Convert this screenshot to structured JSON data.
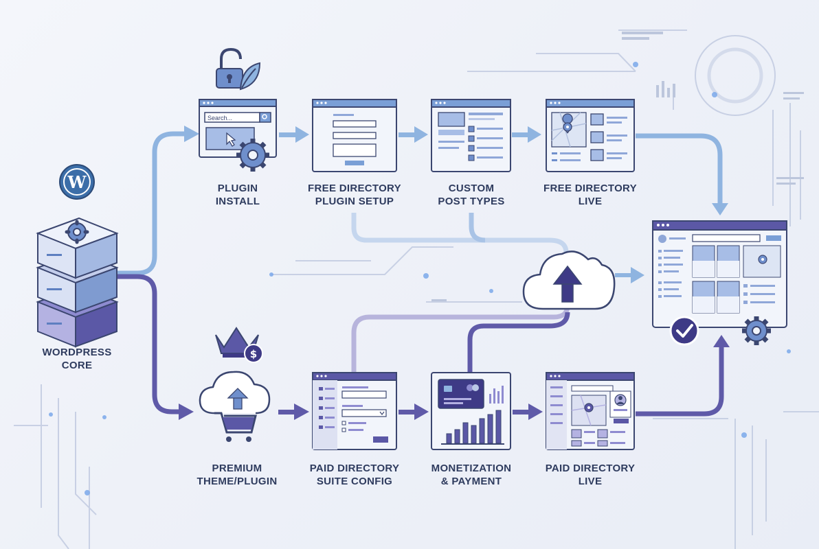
{
  "colors": {
    "free_path": "#8fb4e0",
    "paid_path": "#5f5aa8",
    "window_bar": "#7a9fd6",
    "window_bar_dark": "#5b58a6",
    "icon_fill": "#6f8fcc",
    "outline": "#3b4670",
    "accent_dark": "#3e3a86"
  },
  "nodes": {
    "wordpress_core": {
      "label_line1": "WORDPRESS",
      "label_line2": "CORE",
      "icon": "wordpress-server-stack-icon"
    },
    "plugin_install": {
      "label_line1": "PLUGIN",
      "label_line2": "INSTALL",
      "search_placeholder": "Search...",
      "icon": "plugin-search-gear-icon"
    },
    "free_directory_setup": {
      "label_line1": "FREE DIRECTORY",
      "label_line2": "PLUGIN SETUP",
      "icon": "form-window-icon"
    },
    "custom_post_types": {
      "label_line1": "CUSTOM",
      "label_line2": "POST TYPES",
      "icon": "list-window-icon"
    },
    "free_directory_live": {
      "label_line1": "FREE DIRECTORY",
      "label_line2": "LIVE",
      "icon": "map-listing-window-icon"
    },
    "premium_theme_plugin": {
      "label_line1": "PREMIUM",
      "label_line2": "THEME/PLUGIN",
      "icon": "cloud-cart-icon"
    },
    "paid_directory_config": {
      "label_line1": "PAID DIRECTORY",
      "label_line2": "SUITE CONFIG",
      "icon": "config-window-icon"
    },
    "monetization_payment": {
      "label_line1": "MONETIZATION",
      "label_line2": "& PAYMENT",
      "icon": "card-chart-icon"
    },
    "paid_directory_live": {
      "label_line1": "PAID DIRECTORY",
      "label_line2": "LIVE",
      "icon": "map-profile-window-icon"
    },
    "final_directory": {
      "icon": "directory-dashboard-icon"
    }
  },
  "icons": [
    "padlock-open-icon",
    "leaf-icon",
    "wordpress-logo-icon",
    "crown-icon",
    "dollar-coin-icon",
    "cloud-upload-icon",
    "check-badge-icon",
    "gear-icon"
  ]
}
